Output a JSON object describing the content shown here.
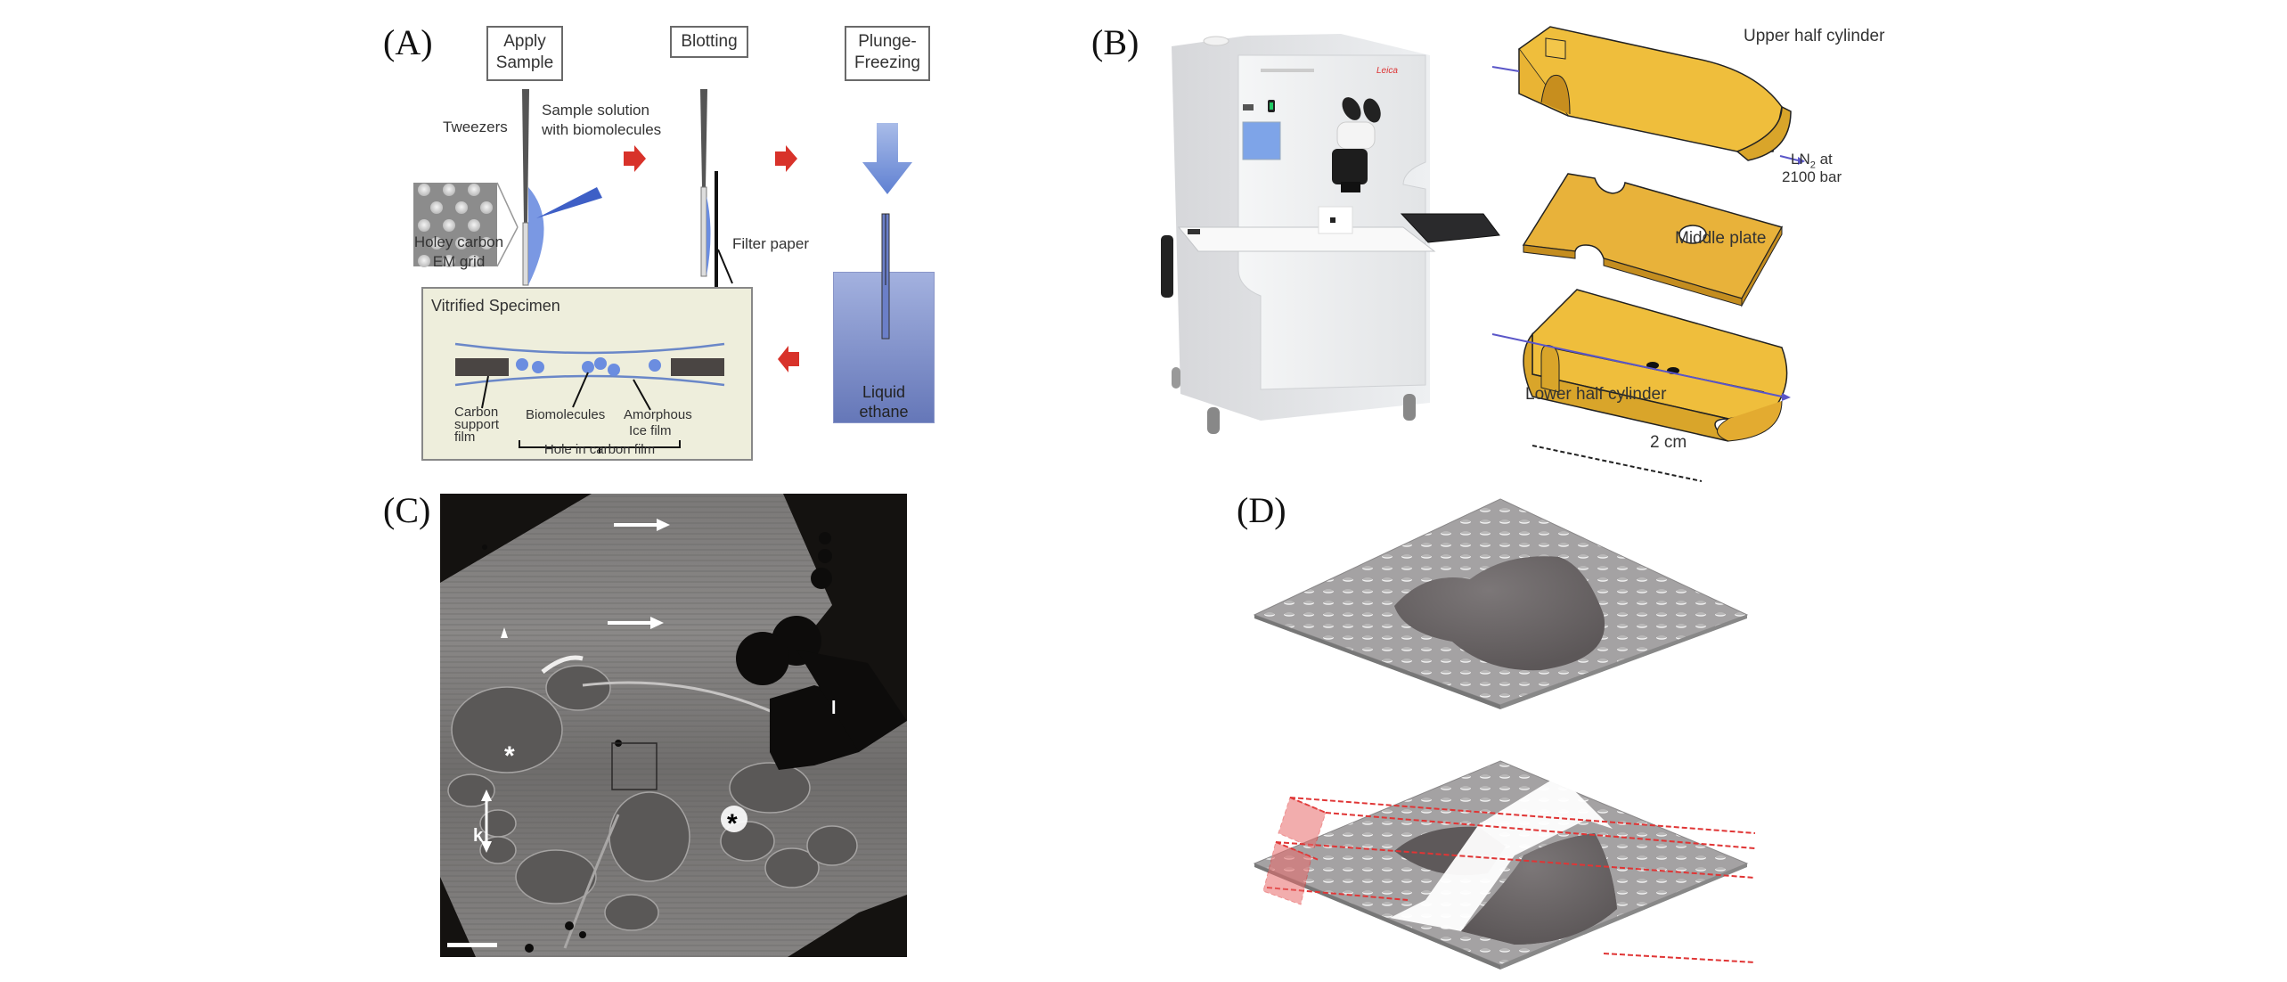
{
  "figure": {
    "panels": [
      {
        "id": "A",
        "label": "(A)"
      },
      {
        "id": "B",
        "label": "(B)"
      },
      {
        "id": "C",
        "label": "(C)"
      },
      {
        "id": "D",
        "label": "(D)"
      }
    ]
  },
  "panel_a": {
    "steps": [
      "Apply\nSample",
      "Blotting",
      "Plunge-\nFreezing"
    ],
    "labels": {
      "tweezers": "Tweezers",
      "sample_solution_line1": "Sample solution",
      "sample_solution_line2": "with biomolecules",
      "grid_line1": "Holey carbon",
      "grid_line2": "EM grid",
      "filter_paper": "Filter paper",
      "liquid_ethane_line1": "Liquid",
      "liquid_ethane_line2": "ethane"
    },
    "vitrified": {
      "title": "Vitrified Specimen",
      "carbon_line1": "Carbon",
      "carbon_line2": "support",
      "carbon_line3": "film",
      "biomolecules": "Biomolecules",
      "ice_line1": "Amorphous",
      "ice_line2": "Ice film",
      "hole": "Hole in carbon film"
    },
    "colors": {
      "arrow_red": "#d8322a",
      "liquid_blue": "#7a8fcc",
      "plunge_arrow": "#6f8fd6",
      "drop_blue": "#6b8de0",
      "vitrified_bg": "#eeeedc",
      "carbon_dark": "#4a4543"
    }
  },
  "panel_b": {
    "labels": {
      "upper": "Upper half cylinder",
      "ln2_main": "LN",
      "ln2_sub": "2",
      "ln2_rest": " at",
      "pressure": "2100 bar",
      "middle": "Middle plate",
      "lower": "Lower half cylinder",
      "scale": "2 cm"
    },
    "colors": {
      "gold": "#efbe3c",
      "gold_dark": "#d9a52a",
      "machine": "#e9eaec",
      "flow_arrow": "#5a56c8"
    }
  },
  "panel_c": {
    "annotations": {
      "asterisk": "*",
      "k_label": "k",
      "l_label": "l"
    }
  },
  "panel_d": {
    "colors": {
      "grid": "#a4a2a3",
      "cell": "#6a6566",
      "beam": "#e03535"
    }
  }
}
